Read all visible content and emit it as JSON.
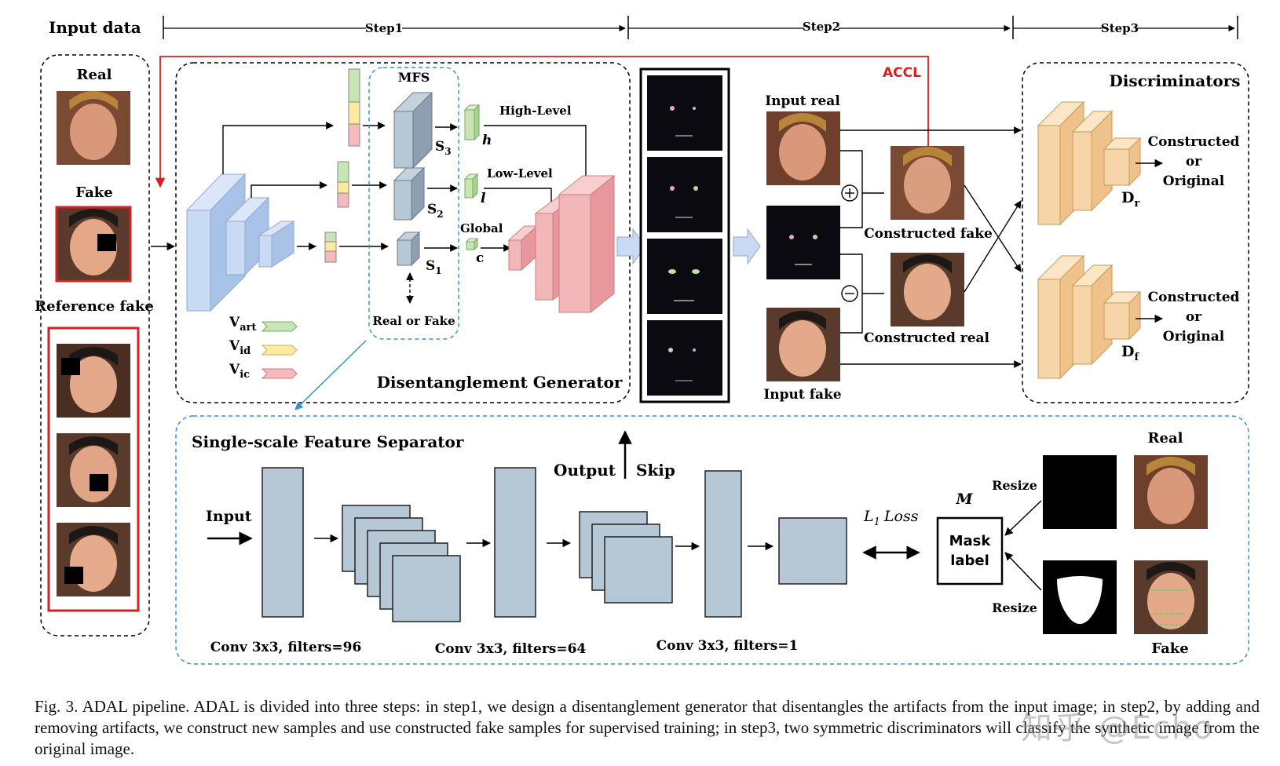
{
  "header": {
    "input_data": "Input data",
    "step1": "Step1",
    "step2": "Step2",
    "step3": "Step3"
  },
  "input_panel": {
    "real": "Real",
    "fake": "Fake",
    "reference_fake": "Reference fake"
  },
  "generator": {
    "title": "Disentanglement Generator",
    "mfs": "MFS",
    "high_level": "High-Level",
    "low_level": "Low-Level",
    "global": "Global",
    "h": "h",
    "l": "l",
    "c": "c",
    "s3": "S",
    "s3_sub": "3",
    "s2": "S",
    "s2_sub": "2",
    "s1": "S",
    "s1_sub": "1",
    "real_or_fake": "Real or Fake",
    "v_art": "V",
    "v_art_sub": "art",
    "v_id": "V",
    "v_id_sub": "id",
    "v_ic": "V",
    "v_ic_sub": "ic",
    "accl": "ACCL"
  },
  "step2_panel": {
    "input_real": "Input real",
    "input_fake": "Input fake",
    "constructed_fake": "Constructed fake",
    "constructed_real": "Constructed real",
    "plus_symbol": "⊕",
    "minus_symbol": "⊖"
  },
  "discriminators": {
    "title": "Discriminators",
    "top_line1": "Constructed",
    "top_line2": "or",
    "top_line3": "Original",
    "bottom_line1": "Constructed",
    "bottom_line2": "or",
    "bottom_line3": "Original",
    "dr": "D",
    "dr_sub": "r",
    "df": "D",
    "df_sub": "f"
  },
  "separator": {
    "title": "Single-scale Feature Separator",
    "input": "Input",
    "output": "Output",
    "skip": "Skip",
    "conv96": "Conv 3x3, filters=96",
    "conv64": "Conv 3x3, filters=64",
    "conv1": "Conv 3x3, filters=1",
    "l1_loss": "L",
    "l1_sub": "1",
    "l1_loss_word": "Loss",
    "m": "M",
    "mask_label_1": "Mask",
    "mask_label_2": "label",
    "resize_top": "Resize",
    "resize_bottom": "Resize",
    "real": "Real",
    "fake": "Fake"
  },
  "caption": "Fig. 3.   ADAL pipeline. ADAL is divided into three steps: in step1, we design a disentanglement generator that disentangles the artifacts from the input image; in step2, by adding and removing artifacts, we construct new samples and use constructed fake samples for supervised training; in step3, two symmetric discriminators will classify the synthetic image from the original image.",
  "watermark": "知乎 @Echo",
  "colors": {
    "blue_block": "#c9daf5",
    "red_block": "#f2b7b9",
    "orange_block": "#f6d6a8",
    "gray_block": "#b6c7d6",
    "green_vec": "#c8e6b5",
    "yellow_vec": "#fbeaa0",
    "pink_vec": "#f6b9bc",
    "accl_red": "#d91f1f",
    "dashed_blue": "#3b8fd8"
  }
}
